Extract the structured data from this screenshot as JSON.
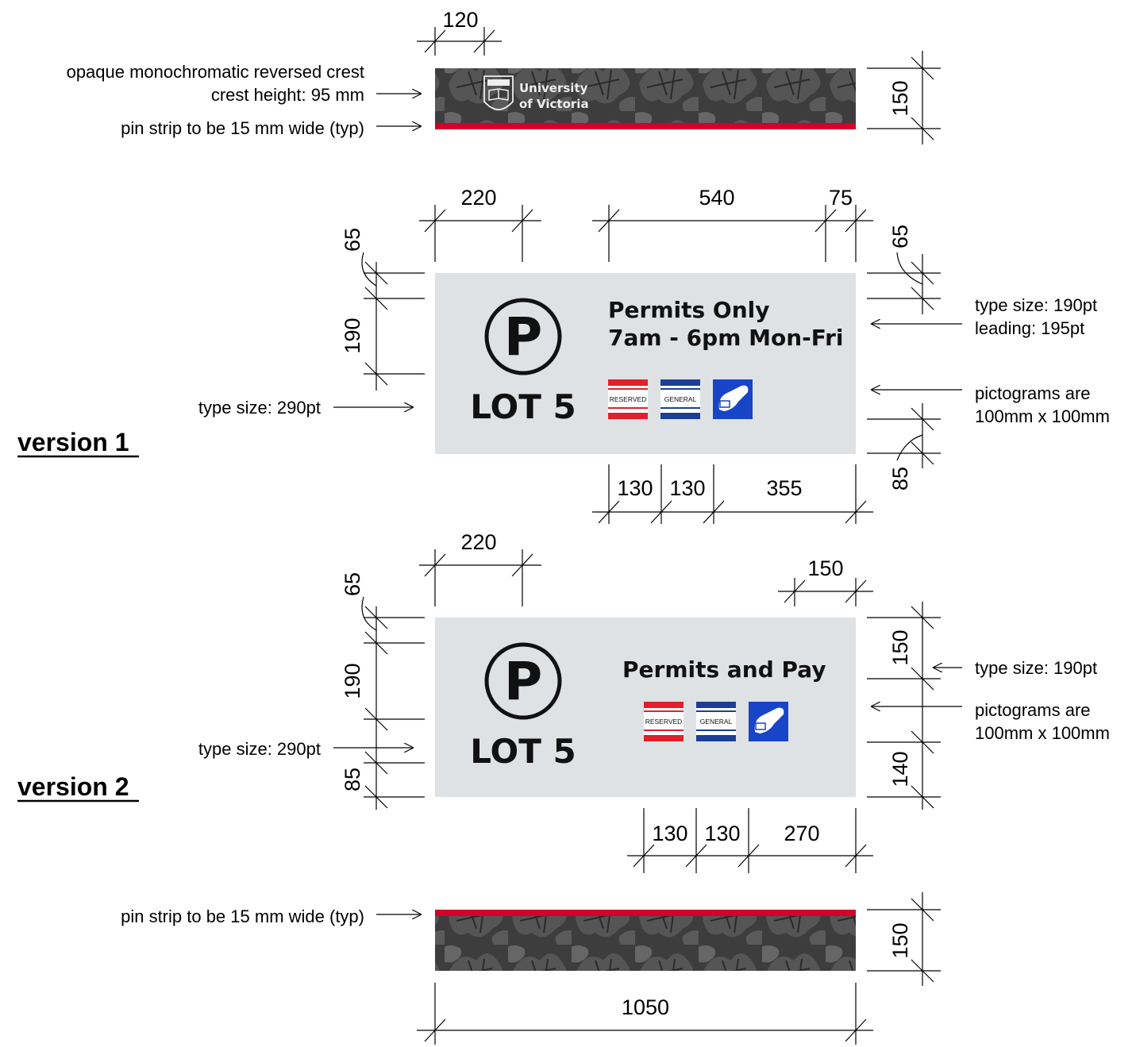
{
  "top_band": {
    "notes": [
      "opaque monochromatic reversed crest",
      "crest height: 95 mm",
      "pin strip to be 15 mm wide (typ)"
    ],
    "logo_lines": [
      "University",
      "of Victoria"
    ],
    "dims": {
      "crest_offset": "120",
      "height": "150"
    }
  },
  "version1": {
    "label": "version 1",
    "sign_lines": [
      "Permits Only",
      "7am - 6pm Mon-Fri"
    ],
    "lot": "LOT 5",
    "pictograms": [
      "RESERVED",
      "GENERAL"
    ],
    "notes": {
      "type_main": "type size: 290pt",
      "type_copy": [
        "type size: 190pt",
        "leading: 195pt"
      ],
      "pictos": [
        "pictograms are",
        "100mm x 100mm"
      ]
    },
    "dims": {
      "top_left": "220",
      "top_mid": "540",
      "top_right": "75",
      "left_top": "65",
      "left_mid": "190",
      "right_top": "65",
      "right_bottom": "85",
      "bottom_a": "130",
      "bottom_b": "130",
      "bottom_c": "355"
    }
  },
  "version2": {
    "label": "version 2",
    "sign_lines": [
      "Permits and Pay"
    ],
    "lot": "LOT 5",
    "pictograms": [
      "RESERVED",
      "GENERAL"
    ],
    "notes": {
      "type_main": "type size: 290pt",
      "type_copy": "type size: 190pt",
      "pictos": [
        "pictograms are",
        "100mm x 100mm"
      ]
    },
    "dims": {
      "top_left": "220",
      "top_right": "150",
      "left_top": "65",
      "left_mid": "190",
      "left_bottom": "85",
      "right_top": "150",
      "right_bottom": "140",
      "bottom_a": "130",
      "bottom_b": "130",
      "bottom_c": "270"
    }
  },
  "bottom_band": {
    "note": "pin strip to be 15 mm wide (typ)",
    "dims": {
      "height": "150",
      "width": "1050"
    }
  },
  "colors": {
    "sign_panel": "#dfe2e5",
    "pin_strip": "#d4002a",
    "reserved_red": "#e0202c",
    "general_blue": "#1c3f95",
    "pay_blue": "#1844c8",
    "band_dark": "#3a3a3a"
  },
  "icons": [
    "parking-icon",
    "crest-icon",
    "pay-hand-icon"
  ]
}
